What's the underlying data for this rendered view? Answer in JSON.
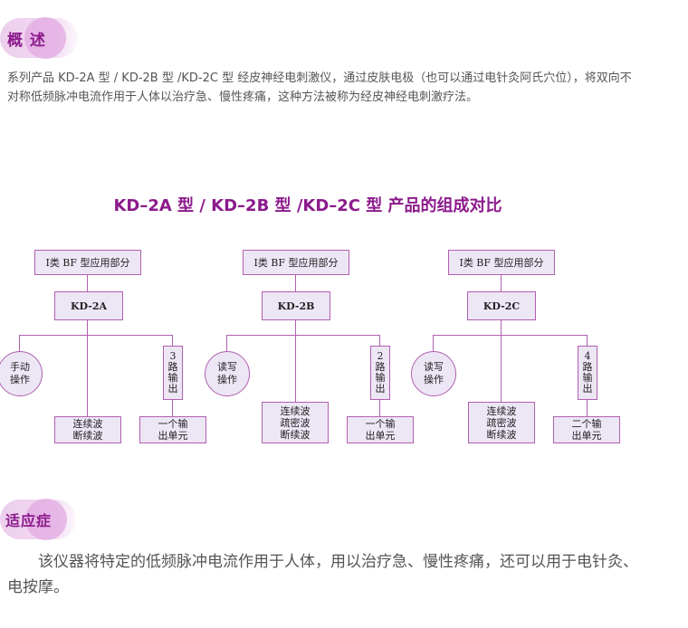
{
  "overview": {
    "heading": "概  述",
    "text": "系列产品 KD-2A 型 / KD-2B 型 /KD-2C 型 经皮神经电刺激仪，通过皮肤电极（也可以通过电针灸阿氏穴位），将双向不对称低频脉冲电流作用于人体以治疗急、慢性疼痛，这种方法被称为经皮神经电刺激疗法。"
  },
  "diagram": {
    "title": "KD–2A 型 / KD–2B 型 /KD–2C 型 产品的组成对比",
    "units": [
      {
        "top_label": "I类 BF 型应用部分",
        "model": "KD-2A",
        "circle_label": "手动\n操作",
        "waves": "连续波\n断续波",
        "channels": "3\n路\n输\n出",
        "outputs": "一个输\n出单元"
      },
      {
        "top_label": "I类 BF 型应用部分",
        "model": "KD-2B",
        "circle_label": "读写\n操作",
        "waves": "连续波\n疏密波\n断续波",
        "channels": "2\n路\n输\n出",
        "outputs": "一个输\n出单元"
      },
      {
        "top_label": "I类 BF 型应用部分",
        "model": "KD-2C",
        "circle_label": "读写\n操作",
        "waves": "连续波\n疏密波\n断续波",
        "channels": "4\n路\n输\n出",
        "outputs": "二个输\n出单元"
      }
    ]
  },
  "indications": {
    "heading": "适应症",
    "text": "该仪器将特定的低频脉冲电流作用于人体，用以治疗急、慢性疼痛，还可以用于电针灸、电按摩。"
  }
}
